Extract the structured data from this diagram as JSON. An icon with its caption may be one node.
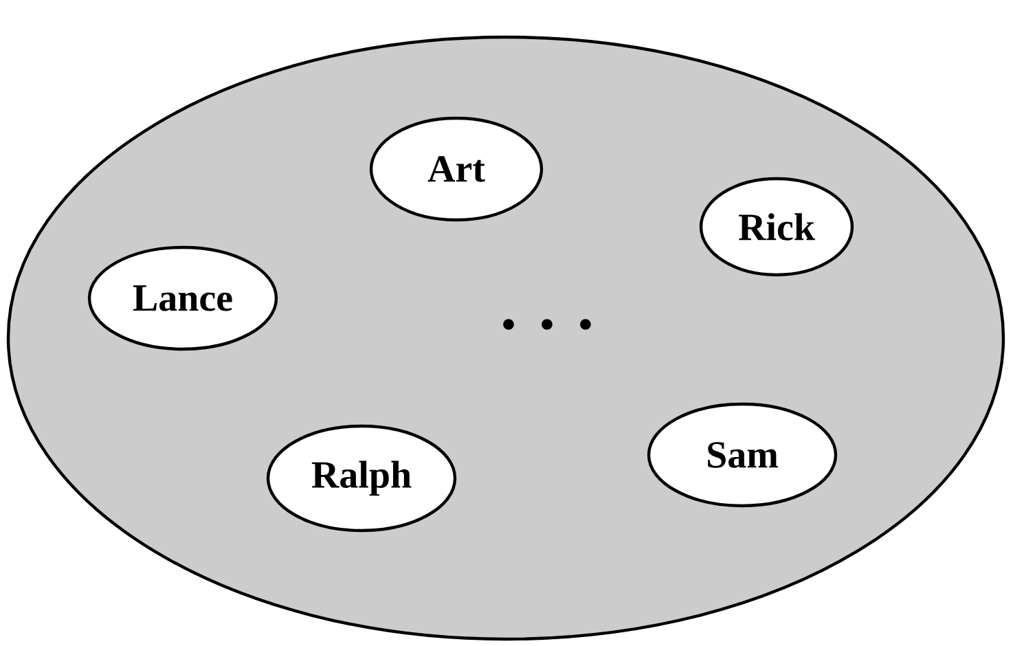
{
  "diagram": {
    "nodes": [
      {
        "text": [],
        "shape": "ellipse"
      },
      {
        "text": [
          "Art"
        ],
        "in": 0
      },
      {
        "text": [
          "Rick"
        ],
        "in": 0
      },
      {
        "text": [
          "Lance"
        ],
        "in": 0
      },
      {
        "text": [
          "Ralph"
        ],
        "in": 0
      },
      {
        "text": [
          "Sam"
        ],
        "in": 0
      }
    ],
    "labels": [
      ". . ."
    ]
  }
}
